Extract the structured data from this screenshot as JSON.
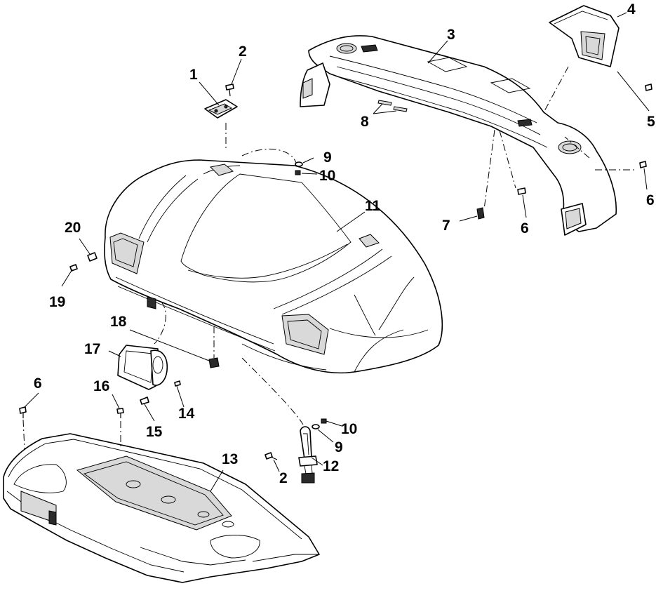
{
  "diagram": {
    "callouts": [
      {
        "id": "c1",
        "label": "1"
      },
      {
        "id": "c2a",
        "label": "2"
      },
      {
        "id": "c2b",
        "label": "2"
      },
      {
        "id": "c3",
        "label": "3"
      },
      {
        "id": "c4",
        "label": "4"
      },
      {
        "id": "c5",
        "label": "5"
      },
      {
        "id": "c6a",
        "label": "6"
      },
      {
        "id": "c6b",
        "label": "6"
      },
      {
        "id": "c6c",
        "label": "6"
      },
      {
        "id": "c7",
        "label": "7"
      },
      {
        "id": "c8",
        "label": "8"
      },
      {
        "id": "c9a",
        "label": "9"
      },
      {
        "id": "c9b",
        "label": "9"
      },
      {
        "id": "c10a",
        "label": "10"
      },
      {
        "id": "c10b",
        "label": "10"
      },
      {
        "id": "c11",
        "label": "11"
      },
      {
        "id": "c12",
        "label": "12"
      },
      {
        "id": "c13",
        "label": "13"
      },
      {
        "id": "c14",
        "label": "14"
      },
      {
        "id": "c15",
        "label": "15"
      },
      {
        "id": "c16",
        "label": "16"
      },
      {
        "id": "c17",
        "label": "17"
      },
      {
        "id": "c18",
        "label": "18"
      },
      {
        "id": "c19",
        "label": "19"
      },
      {
        "id": "c20",
        "label": "20"
      }
    ]
  }
}
